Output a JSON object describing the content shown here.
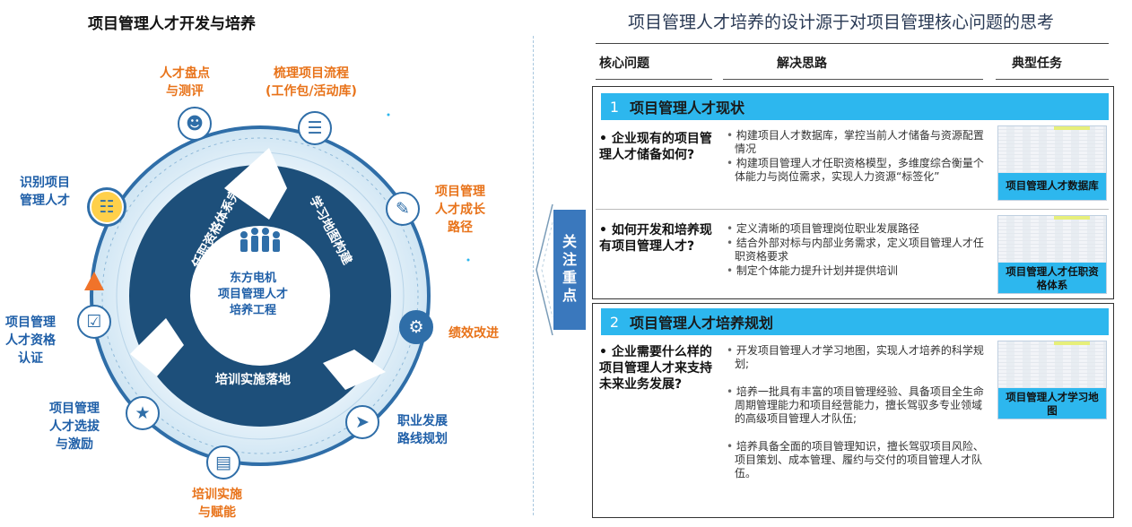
{
  "left": {
    "title": "项目管理人才开发与培养",
    "center_text": [
      "东方电机",
      "项目管理人才",
      "培养工程"
    ],
    "arrows": {
      "a1": "任职资格体系完善",
      "a2": "学习地图构建",
      "a3": "培训实施落地"
    },
    "nodes": [
      {
        "id": "n1",
        "lines": [
          "人才盘点",
          "与测评"
        ],
        "color": "orange",
        "icon": "people-icon"
      },
      {
        "id": "n2",
        "lines": [
          "梳理项目流程",
          "(工作包/活动库)"
        ],
        "color": "orange",
        "icon": "org-chart-icon"
      },
      {
        "id": "n3",
        "lines": [
          "项目管理",
          "人才成长",
          "路径"
        ],
        "color": "orange",
        "icon": "clipboard-icon"
      },
      {
        "id": "n4",
        "lines": [
          "绩效改进"
        ],
        "color": "orange",
        "icon": "head-gear-icon"
      },
      {
        "id": "n5",
        "lines": [
          "职业发展",
          "路线规划"
        ],
        "color": "blue",
        "icon": "runner-icon"
      },
      {
        "id": "n6",
        "lines": [
          "培训实施",
          "与赋能"
        ],
        "color": "orange",
        "icon": "presentation-icon"
      },
      {
        "id": "n7",
        "lines": [
          "项目管理",
          "人才选拔",
          "与激励"
        ],
        "color": "blue",
        "icon": "trophy-icon"
      },
      {
        "id": "n8",
        "lines": [
          "项目管理",
          "人才资格",
          "认证"
        ],
        "color": "blue",
        "icon": "certificate-icon"
      },
      {
        "id": "n9",
        "lines": [
          "识别项目",
          "管理人才"
        ],
        "color": "blue",
        "icon": "document-icon"
      }
    ]
  },
  "right": {
    "title": "项目管理人才培养的设计源于对项目管理核心问题的思考",
    "focus_tab": [
      "关",
      "注",
      "重",
      "点"
    ],
    "headers": {
      "c1": "核心问题",
      "c2": "解决思路",
      "c3": "典型任务"
    },
    "sections": [
      {
        "num": "1",
        "title": "项目管理人才现状",
        "rows": [
          {
            "question": "企业现有的项目管理人才储备如何?",
            "bullets": [
              "构建项目人才数据库，掌控当前人才储备与资源配置情况",
              "构建项目管理人才任职资格模型，多维度综合衡量个体能力与岗位需求，实现人力资源“标签化”"
            ],
            "task": "项目管理人才数据库"
          },
          {
            "question": "如何开发和培养现有项目管理人才?",
            "bullets": [
              "定义清晰的项目管理岗位职业发展路径",
              "结合外部对标与内部业务需求，定义项目管理人才任职资格要求",
              "制定个体能力提升计划并提供培训"
            ],
            "task": "项目管理人才任职资格体系"
          }
        ]
      },
      {
        "num": "2",
        "title": "项目管理人才培养规划",
        "rows": [
          {
            "question": "企业需要什么样的项目管理人才来支持未来业务发展?",
            "bullets": [
              "开发项目管理人才学习地图，实现人才培养的科学规划;",
              "培养一批具有丰富的项目管理经验、具备项目全生命周期管理能力和项目经营能力，擅长驾驭多专业领域的高级项目管理人才队伍;",
              "培养具备全面的项目管理知识，擅长驾驭项目风险、项目策划、成本管理、履约与交付的项目管理人才队伍。"
            ],
            "task": "项目管理人才学习地图"
          }
        ]
      }
    ]
  }
}
